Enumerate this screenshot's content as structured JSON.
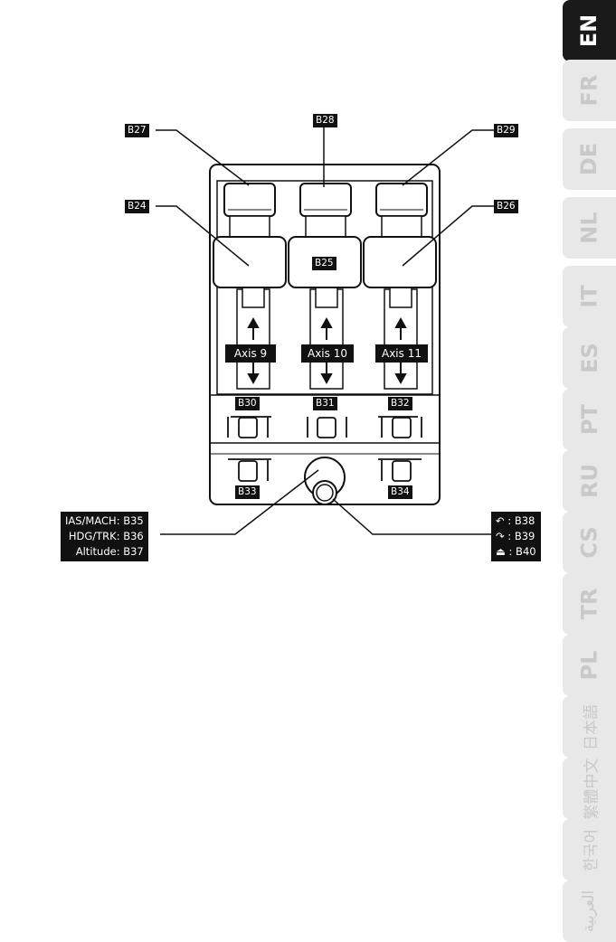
{
  "language_tabs": [
    {
      "label": "EN",
      "active": true
    },
    {
      "label": "FR",
      "active": false
    },
    {
      "label": "DE",
      "active": false
    },
    {
      "label": "NL",
      "active": false
    },
    {
      "label": "IT",
      "active": false
    },
    {
      "label": "ES",
      "active": false
    },
    {
      "label": "PT",
      "active": false
    },
    {
      "label": "RU",
      "active": false
    },
    {
      "label": "CS",
      "active": false
    },
    {
      "label": "TR",
      "active": false
    },
    {
      "label": "PL",
      "active": false
    },
    {
      "label": "日本語",
      "active": false
    },
    {
      "label": "繁體中文",
      "active": false
    },
    {
      "label": "한국어",
      "active": false
    },
    {
      "label": "العربية",
      "active": false
    }
  ],
  "buttons": {
    "b24": "B24",
    "b25": "B25",
    "b26": "B26",
    "b27": "B27",
    "b28": "B28",
    "b29": "B29",
    "b30": "B30",
    "b31": "B31",
    "b32": "B32",
    "b33": "B33",
    "b34": "B34"
  },
  "axes": {
    "axis9": "Axis 9",
    "axis10": "Axis 10",
    "axis11": "Axis 11"
  },
  "knob_left": {
    "line1": "IAS/MACH: B35",
    "line2": "HDG/TRK: B36",
    "line3": "Altitude: B37"
  },
  "knob_right": {
    "line1": ": B38",
    "line2": ": B39",
    "line3": ": B40",
    "icon1": "rotate-ccw-icon",
    "icon2": "rotate-cw-icon",
    "icon3": "push-button-icon"
  }
}
